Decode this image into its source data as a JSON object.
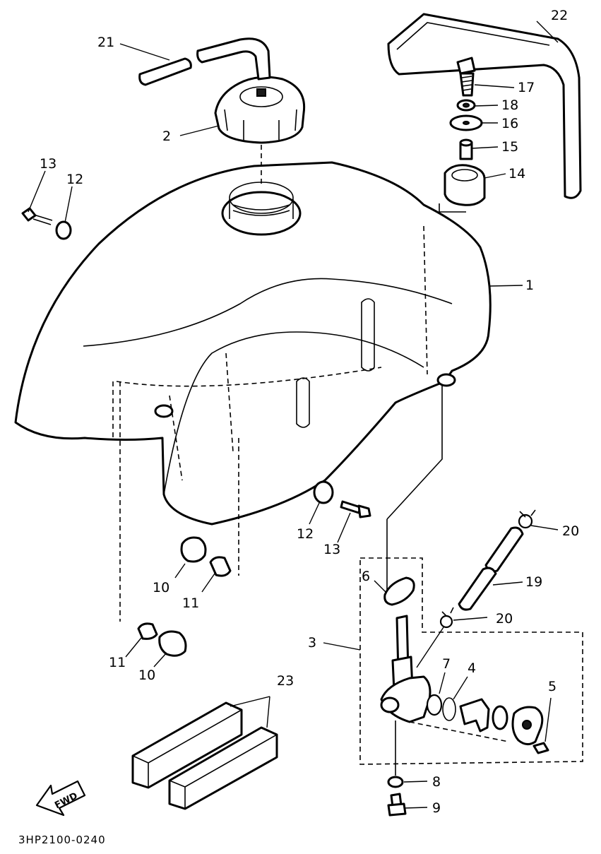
{
  "callouts": {
    "c1": "1",
    "c2": "2",
    "c3": "3",
    "c4": "4",
    "c5": "5",
    "c6": "6",
    "c7": "7",
    "c8": "8",
    "c9": "9",
    "c10a": "10",
    "c10b": "10",
    "c11a": "11",
    "c11b": "11",
    "c12a": "12",
    "c12b": "12",
    "c13a": "13",
    "c13b": "13",
    "c14": "14",
    "c15": "15",
    "c16": "16",
    "c17": "17",
    "c18": "18",
    "c19": "19",
    "c20a": "20",
    "c20b": "20",
    "c21": "21",
    "c22": "22",
    "c23": "23"
  },
  "fwd_label": "FWD",
  "drawing_code": "3HP2100-0240"
}
